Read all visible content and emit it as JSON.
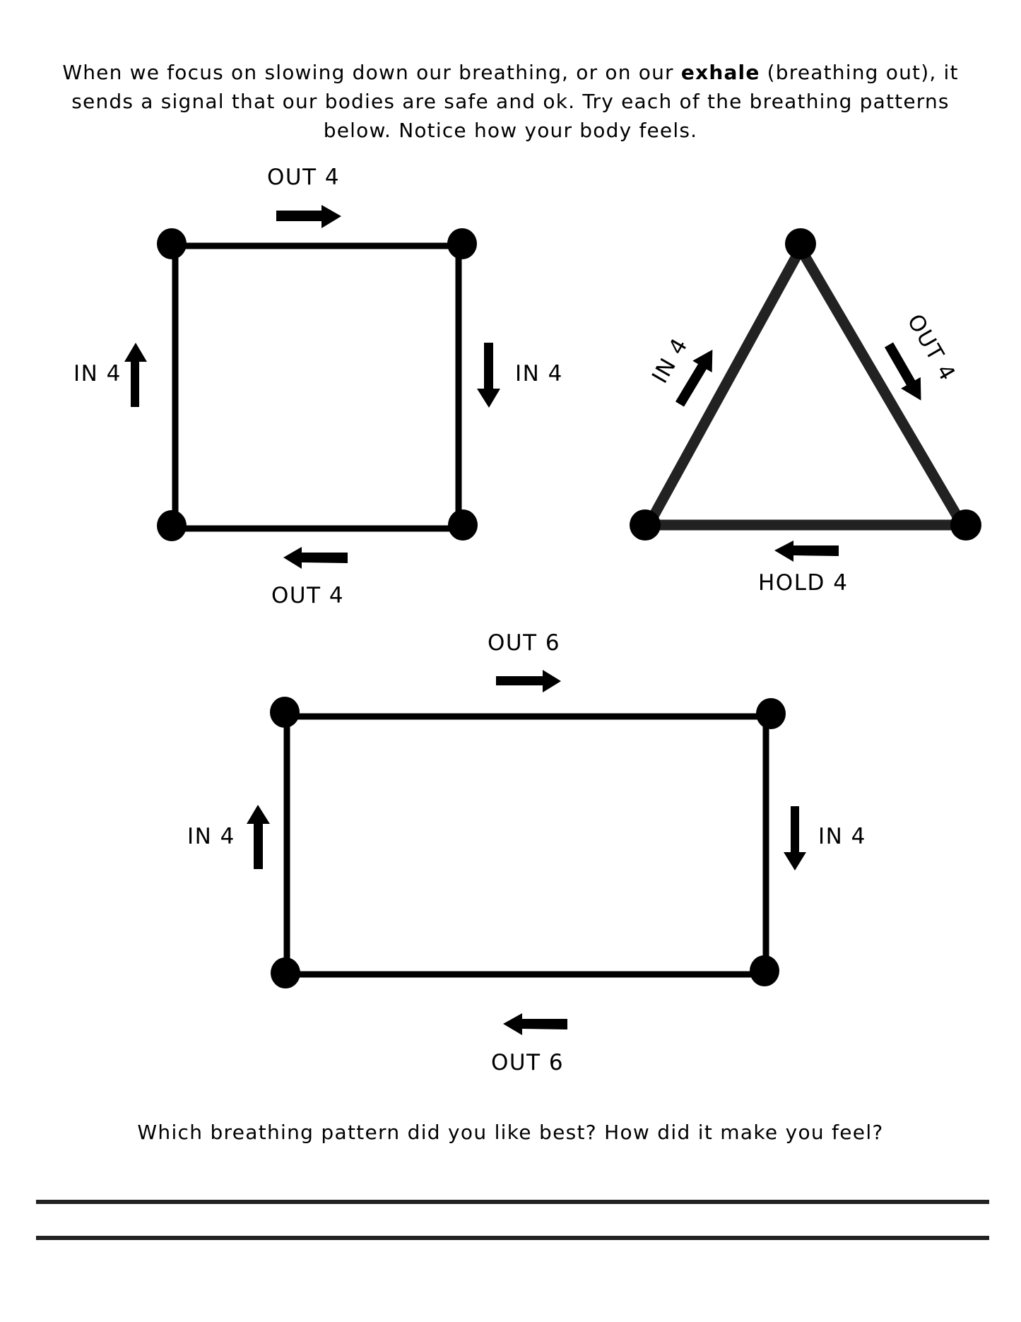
{
  "intro": {
    "part1": "When we focus on slowing down our breathing, or on our ",
    "emphasis": "exhale",
    "part2": " (breathing out), it sends a signal that our bodies are safe and ok. Try each of the breathing patterns below. Notice how your body feels."
  },
  "colors": {
    "stroke": "#000000",
    "triangle_stroke": "#222222",
    "answer_line": "#222222",
    "background": "#ffffff"
  },
  "square_breathing": {
    "top_label": "OUT 4",
    "left_label": "IN 4",
    "right_label": "IN 4",
    "bottom_label": "OUT 4",
    "top_arrow": "arrow-right",
    "left_arrow": "arrow-up",
    "right_arrow": "arrow-down",
    "bottom_arrow": "arrow-left"
  },
  "triangle_breathing": {
    "left_label": "IN 4",
    "right_label": "OUT 4",
    "bottom_label": "HOLD 4",
    "left_arrow": "arrow-up-right",
    "right_arrow": "arrow-down-right",
    "bottom_arrow": "arrow-left"
  },
  "rectangle_breathing": {
    "top_label": "OUT 6",
    "left_label": "IN 4",
    "right_label": "IN 4",
    "bottom_label": "OUT 6",
    "top_arrow": "arrow-right",
    "left_arrow": "arrow-up",
    "right_arrow": "arrow-down",
    "bottom_arrow": "arrow-left"
  },
  "reflection": {
    "question": "Which breathing pattern did you like best? How did it make you feel?",
    "answer_lines": 2
  }
}
